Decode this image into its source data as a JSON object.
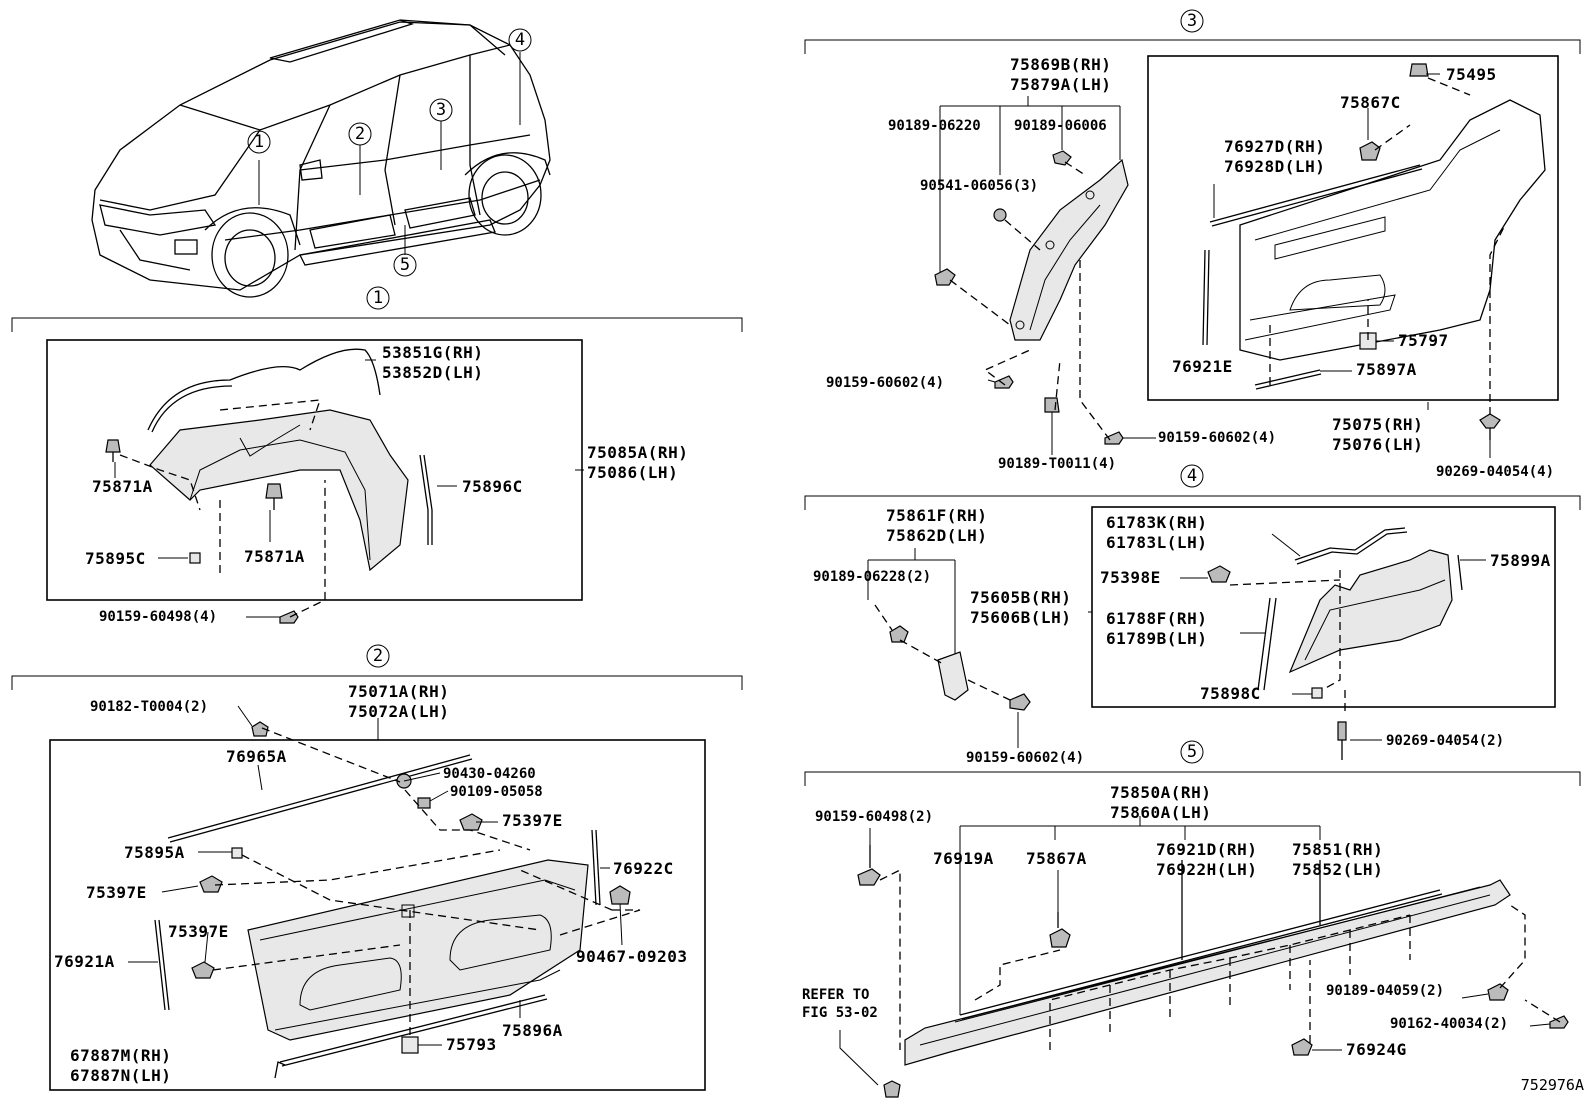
{
  "diagram_id": "752976A",
  "overview": {
    "callouts": [
      "1",
      "2",
      "3",
      "4",
      "5"
    ]
  },
  "sections": {
    "s1": {
      "num": "1",
      "labels": {
        "a": "53851G(RH)",
        "b": "53852D(LH)",
        "c": "75085A(RH)",
        "d": "75086(LH)",
        "e": "75896C",
        "f": "75871A",
        "g": "75871A",
        "h": "75895C",
        "i": "90159-60498(4)"
      }
    },
    "s2": {
      "num": "2",
      "labels": {
        "a": "75071A(RH)",
        "b": "75072A(LH)",
        "c": "90182-T0004(2)",
        "d": "76965A",
        "e": "90430-04260",
        "f": "90109-05058",
        "g": "75397E",
        "h": "75895A",
        "i": "76922C",
        "j": "75397E",
        "k": "75397E",
        "l": "76921A",
        "m": "90467-09203",
        "n": "75896A",
        "o": "67887M(RH)",
        "p": "67887N(LH)",
        "q": "75793"
      }
    },
    "s3": {
      "num": "3",
      "labels": {
        "a": "75869B(RH)",
        "b": "75879A(LH)",
        "c": "90189-06220",
        "d": "90189-06006",
        "e": "90541-06056(3)",
        "f": "90159-60602(4)",
        "g": "90189-T0011(4)",
        "h": "90159-60602(4)",
        "i": "75495",
        "j": "75867C",
        "k": "76927D(RH)",
        "l": "76928D(LH)",
        "m": "75797",
        "n": "76921E",
        "o": "75897A",
        "p": "75075(RH)",
        "q": "75076(LH)",
        "r": "90269-04054(4)"
      }
    },
    "s4": {
      "num": "4",
      "labels": {
        "a": "75861F(RH)",
        "b": "75862D(LH)",
        "c": "90189-06228(2)",
        "d": "75605B(RH)",
        "e": "75606B(LH)",
        "f": "90159-60602(4)",
        "g": "61783K(RH)",
        "h": "61783L(LH)",
        "i": "75398E",
        "j": "75899A",
        "k": "61788F(RH)",
        "l": "61789B(LH)",
        "m": "75898C",
        "n": "90269-04054(2)"
      }
    },
    "s5": {
      "num": "5",
      "labels": {
        "a": "75850A(RH)",
        "b": "75860A(LH)",
        "c": "90159-60498(2)",
        "d": "76919A",
        "e": "75867A",
        "f": "76921D(RH)",
        "g": "76922H(LH)",
        "h": "75851(RH)",
        "i": "75852(LH)",
        "j": "REFER TO",
        "k": "FIG 53-02",
        "l": "90189-04059(2)",
        "m": "90162-40034(2)",
        "n": "76924G"
      }
    }
  }
}
